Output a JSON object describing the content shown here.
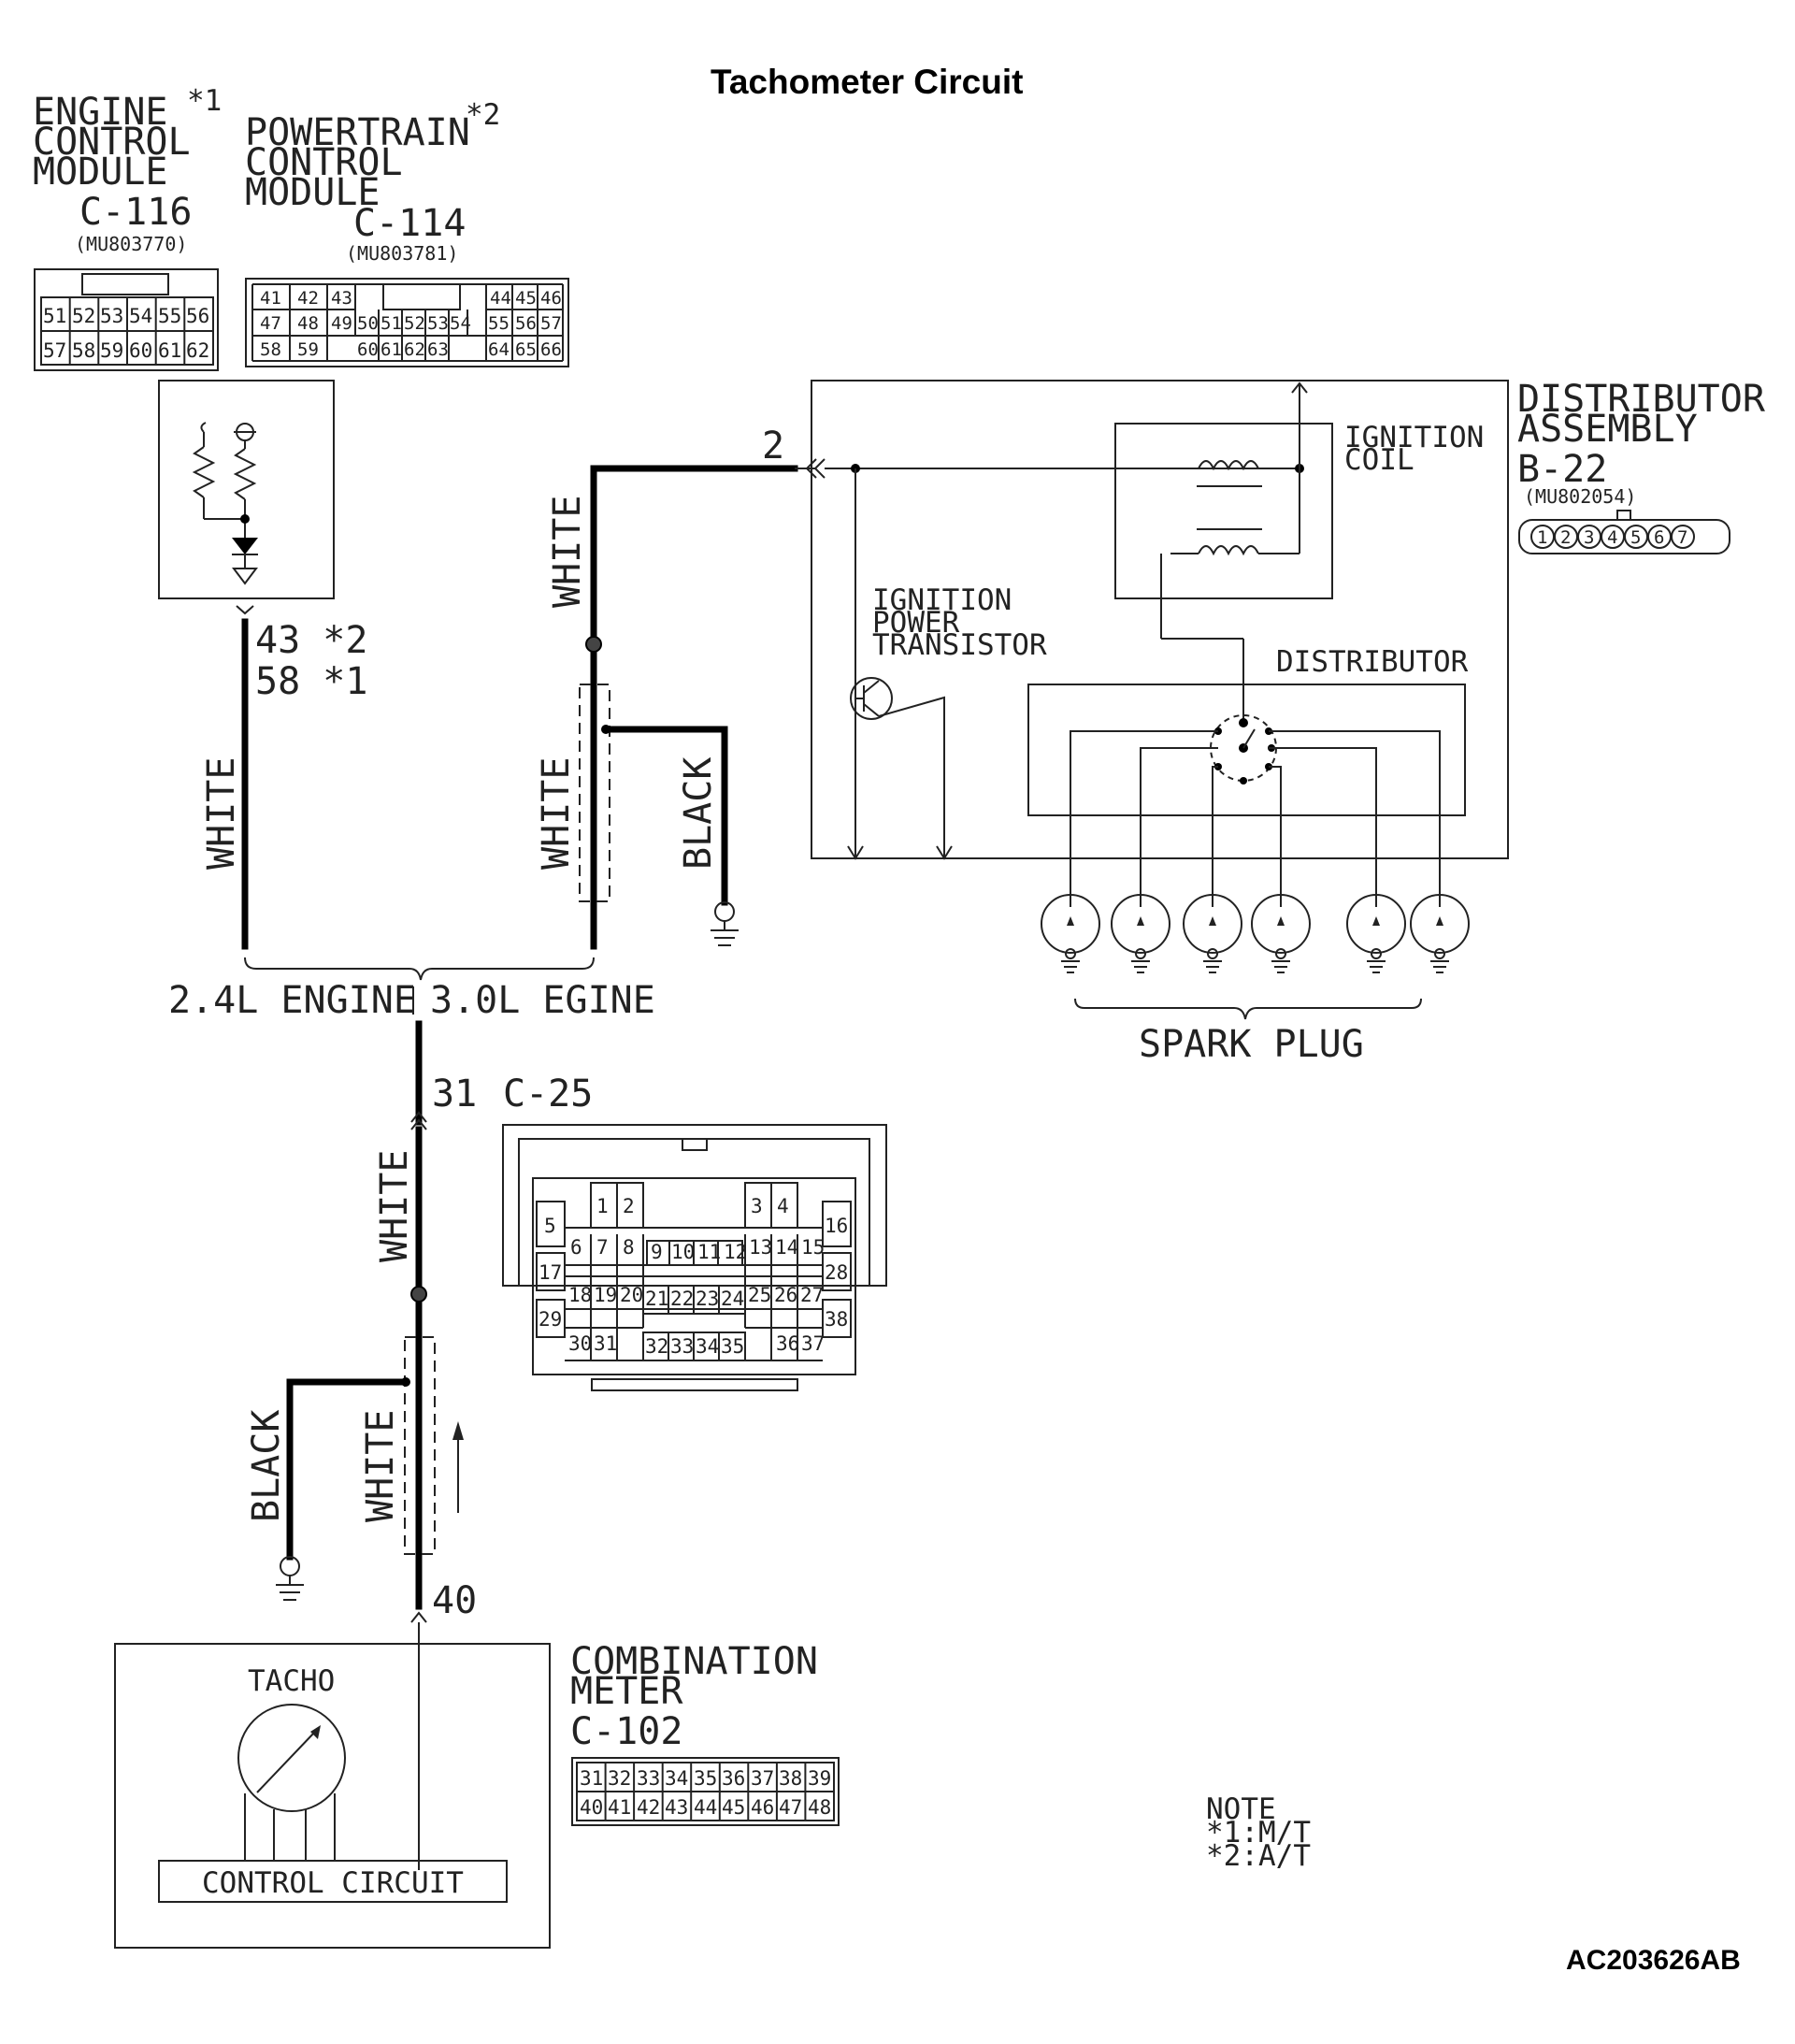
{
  "title": "Tachometer Circuit",
  "figure_id": "AC203626AB",
  "ecm": {
    "name_lines": [
      "ENGINE",
      "CONTROL",
      "MODULE"
    ],
    "footnote": "*1",
    "connector": "C-116",
    "part_no": "(MU803770)",
    "pins_row1": [
      "51",
      "52",
      "53",
      "54",
      "55",
      "56"
    ],
    "pins_row2": [
      "57",
      "58",
      "59",
      "60",
      "61",
      "62"
    ]
  },
  "pcm": {
    "name_lines": [
      "POWERTRAIN",
      "CONTROL",
      "MODULE"
    ],
    "footnote": "*2",
    "connector": "C-114",
    "part_no": "(MU803781)",
    "pins_row1": [
      "41",
      "42",
      "43",
      "44",
      "45",
      "46"
    ],
    "pins_row2": [
      "47",
      "48",
      "49",
      "50",
      "51",
      "52",
      "53",
      "54",
      "55",
      "56",
      "57"
    ],
    "pins_row3": [
      "58",
      "59",
      "60",
      "61",
      "62",
      "63",
      "64",
      "65",
      "66"
    ]
  },
  "module_pins": [
    "43 *2",
    "58 *1"
  ],
  "distributor": {
    "name_lines": [
      "DISTRIBUTOR",
      "ASSEMBLY"
    ],
    "connector": "B-22",
    "part_no": "(MU802054)",
    "pins": [
      "1",
      "2",
      "3",
      "4",
      "5",
      "6",
      "7"
    ],
    "terminal": "2",
    "ignition_coil": [
      "IGNITION",
      "COIL"
    ],
    "power_transistor": [
      "IGNITION",
      "POWER",
      "TRANSISTOR"
    ],
    "distributor_label": "DISTRIBUTOR"
  },
  "spark_plug_label": "SPARK PLUG",
  "wires": {
    "white_left": "WHITE",
    "white_top": "WHITE",
    "white_shield": "WHITE",
    "black_right": "BLACK",
    "white_mid": "WHITE",
    "white_low": "WHITE",
    "black_left": "BLACK"
  },
  "engine_labels": [
    "2.4L ENGINE",
    "3.0L EGINE"
  ],
  "junction": {
    "pin": "31",
    "connector": "C-25",
    "rows": [
      [
        "1",
        "2",
        "3",
        "4"
      ],
      [
        "5",
        "16"
      ],
      [
        "6",
        "7",
        "8",
        "9",
        "10",
        "11",
        "12",
        "13",
        "14",
        "15"
      ],
      [
        "17",
        "28"
      ],
      [
        "18",
        "19",
        "20",
        "21",
        "22",
        "23",
        "24",
        "25",
        "26",
        "27"
      ],
      [
        "29",
        "38"
      ],
      [
        "30",
        "31",
        "32",
        "33",
        "34",
        "35",
        "36",
        "37"
      ]
    ]
  },
  "meter": {
    "pin": "40",
    "name_lines": [
      "COMBINATION",
      "METER"
    ],
    "connector": "C-102",
    "tacho": "TACHO",
    "control": "CONTROL CIRCUIT",
    "pins_row1": [
      "31",
      "32",
      "33",
      "34",
      "35",
      "36",
      "37",
      "38",
      "39"
    ],
    "pins_row2": [
      "40",
      "41",
      "42",
      "43",
      "44",
      "45",
      "46",
      "47",
      "48"
    ]
  },
  "note": {
    "heading": "NOTE",
    "lines": [
      "*1:M/T",
      "*2:A/T"
    ]
  }
}
